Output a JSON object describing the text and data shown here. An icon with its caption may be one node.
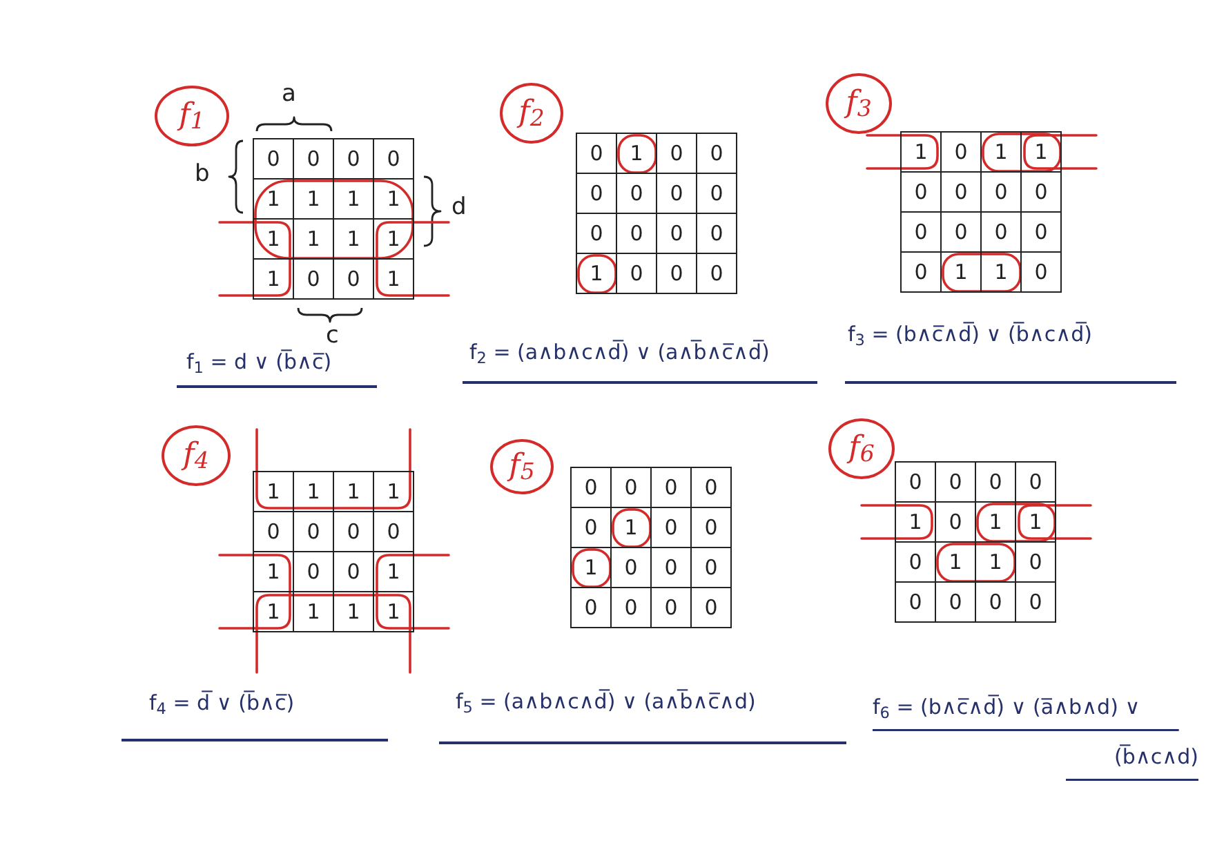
{
  "diagram": {
    "nodes": [
      {
        "text": [
          "f$_{1}$"
        ]
      },
      {
        "text": [
          "0",
          "0",
          "0",
          "0",
          "1",
          "1",
          "1",
          "1",
          "1",
          "1",
          "1",
          "1",
          "1",
          "0",
          "0",
          "1"
        ],
        "beside": [
          "f$_{1}$ = d ∨ (b̅∧c̅)"
        ]
      },
      {
        "text": [
          "f$_{2}$"
        ]
      },
      {
        "text": [
          "0",
          "1",
          "0",
          "0",
          "0",
          "0",
          "0",
          "0",
          "0",
          "0",
          "0",
          "0",
          "1",
          "0",
          "0",
          "0"
        ],
        "beside": [
          "f$_{2}$ = (a∧b∧c∧d̅) ∨ (a∧b̅∧c̅∧d̅)"
        ]
      },
      {
        "text": [
          "f$_{3}$"
        ]
      },
      {
        "text": [
          "1",
          "0",
          "1",
          "1",
          "0",
          "0",
          "0",
          "0",
          "0",
          "0",
          "0",
          "0",
          "0",
          "1",
          "1",
          "0"
        ],
        "beside": [
          "f$_{3}$ = (b∧c̅∧d̅) ∨ (b̅∧c∧d̅)"
        ]
      },
      {
        "text": [
          "f$_{4}$"
        ]
      },
      {
        "text": [
          "1",
          "1",
          "1",
          "1",
          "0",
          "0",
          "0",
          "0",
          "1",
          "0",
          "0",
          "1",
          "1",
          "1",
          "1",
          "1"
        ],
        "beside": [
          "f$_{4}$ = d̅ ∨ (b̅∧c̅)"
        ]
      },
      {
        "text": [
          "f$_{5}$"
        ]
      },
      {
        "text": [
          "0",
          "0",
          "0",
          "0",
          "0",
          "1",
          "0",
          "0",
          "1",
          "0",
          "0",
          "0",
          "0",
          "0",
          "0",
          "0"
        ],
        "beside": [
          "f$_{5}$ = (a∧b∧c∧d̅) ∨ (a∧b̅∧c̅∧d)"
        ]
      },
      {
        "text": [
          "f$_{6}$"
        ]
      },
      {
        "text": [
          "0",
          "0",
          "0",
          "0",
          "1",
          "0",
          "1",
          "1",
          "0",
          "1",
          "1",
          "0",
          "0",
          "0",
          "0",
          "0"
        ],
        "beside": [
          "f$_{6}$ = (b∧c̅∧d̅) ∨ (a̅∧b∧d) ∨ (b̅∧c∧d)"
        ]
      }
    ],
    "labels": [
      "a",
      "b",
      "d",
      "c"
    ]
  }
}
